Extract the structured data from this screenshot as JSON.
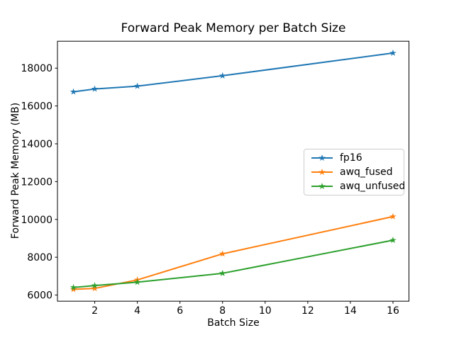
{
  "chart_data": {
    "type": "line",
    "title": "Forward Peak Memory per Batch Size",
    "xlabel": "Batch Size",
    "ylabel": "Forward Peak Memory (MB)",
    "x": [
      1,
      2,
      4,
      8,
      16
    ],
    "series": [
      {
        "name": "fp16",
        "color": "#1f77b4",
        "values": [
          16750,
          16900,
          17050,
          17600,
          18800
        ]
      },
      {
        "name": "awq_fused",
        "color": "#ff7f0e",
        "values": [
          6300,
          6350,
          6800,
          8180,
          10150
        ]
      },
      {
        "name": "awq_unfused",
        "color": "#2ca02c",
        "values": [
          6400,
          6500,
          6680,
          7150,
          8900
        ]
      }
    ],
    "xticks": [
      2,
      4,
      6,
      8,
      10,
      12,
      14,
      16
    ],
    "yticks": [
      6000,
      8000,
      10000,
      12000,
      14000,
      16000,
      18000
    ],
    "xlim": [
      0.25,
      16.75
    ],
    "ylim": [
      5675,
      19425
    ],
    "marker": "star",
    "grid": false,
    "legend_position": "center-right",
    "background": "#ffffff",
    "axis_color": "#000000"
  }
}
